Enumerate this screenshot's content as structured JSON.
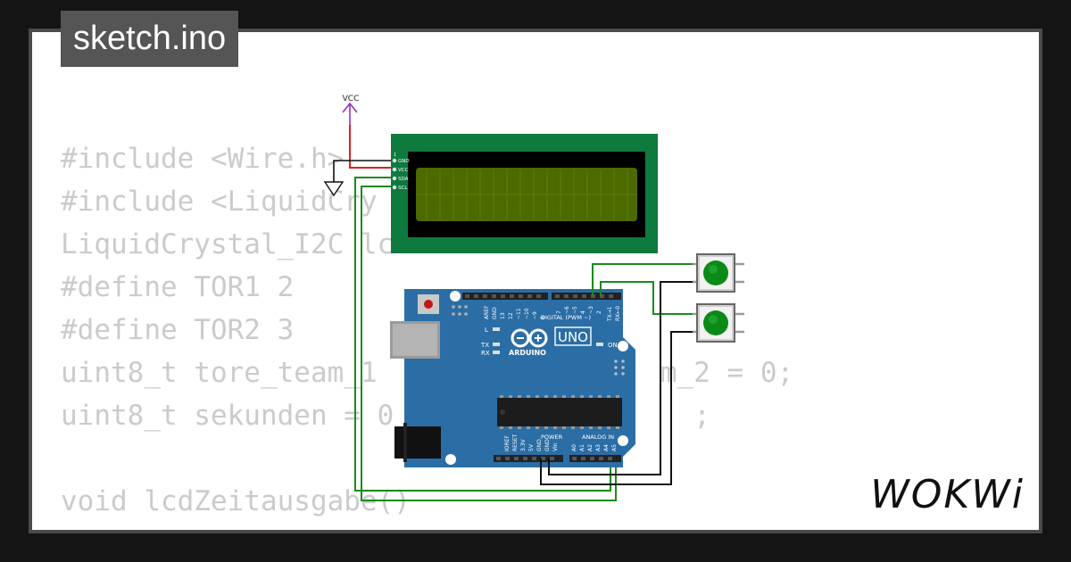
{
  "tab": {
    "filename": "sketch.ino"
  },
  "code_lines": [
    "#include <Wire.h>",
    "#include <LiquidCry",
    "LiquidCrystal_I2C lc",
    "#define TOR1 2",
    "#define TOR2 3",
    "uint8_t tore_team_1                 m_2 = 0;",
    "uint8_t sekunden = 0                  ;",
    "",
    "void lcdZeitausgabe()",
    "{"
  ],
  "circuit": {
    "vcc_label": "VCC",
    "lcd_pins": [
      "GND",
      "VCC",
      "SDA",
      "SCL"
    ],
    "arduino": {
      "model": "UNO",
      "brand": "ARDUINO",
      "digital_label": "DIGITAL (PWM ~)",
      "power_label": "POWER",
      "analog_label": "ANALOG IN",
      "on_label": "ON",
      "led_labels": [
        "L",
        "TX",
        "RX"
      ],
      "digital_pins": [
        "AREF",
        "GND",
        "13",
        "12",
        "~11",
        "~10",
        "~9",
        "8",
        "7",
        "~6",
        "~5",
        "4",
        "~3",
        "2",
        "TX→1",
        "RX←0"
      ],
      "power_pins": [
        "IOREF",
        "RESET",
        "3.3V",
        "5V",
        "GND",
        "GND",
        "Vin"
      ],
      "analog_pins": [
        "A0",
        "A1",
        "A2",
        "A3",
        "A4",
        "A5"
      ]
    }
  },
  "branding": {
    "logo": "WOKWi"
  },
  "colors": {
    "lcd_board": "#0e7a3e",
    "lcd_screen": "#4c6a00",
    "arduino_board": "#2b6ea6",
    "button_cap": "#0a8a17",
    "wire_green": "#1a8a1a",
    "wire_red": "#e02020",
    "wire_vcc": "#9b30c0"
  }
}
